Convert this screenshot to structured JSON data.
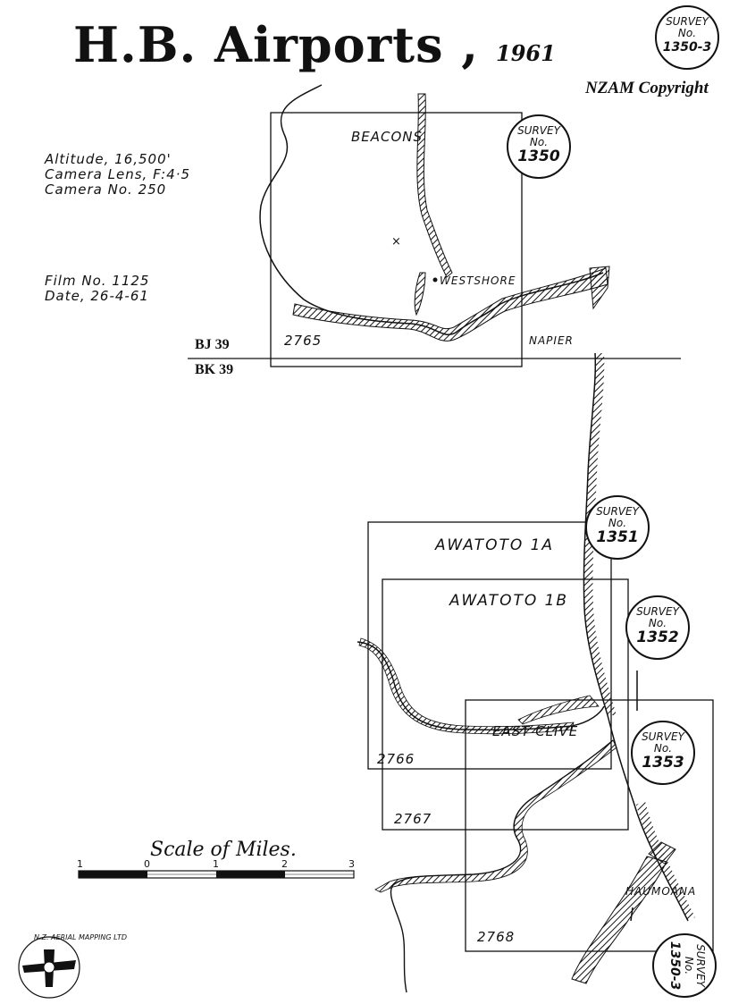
{
  "title": "H.B. Airports ,",
  "year": "1961",
  "copyright": "NZAM Copyright",
  "info": {
    "altitude": "Altitude, 16,500'",
    "lens": "Camera Lens, F:4·5",
    "camera": "Camera No. 250",
    "film": "Film No. 1125",
    "date": "Date, 26-4-61"
  },
  "grid": {
    "upper": "BJ 39",
    "lower": "BK 39"
  },
  "places": {
    "beacons": "BEACONS",
    "westshore": "WESTSHORE",
    "napier": "NAPIER",
    "awatoto_1a": "AWATOTO 1A",
    "awatoto_1b": "AWATOTO 1B",
    "east_clive": "EAST CLIVE",
    "haumoana": "HAUMOANA"
  },
  "frames": {
    "f2765": "2765",
    "f2766": "2766",
    "f2767": "2767",
    "f2768": "2768"
  },
  "surveys": [
    {
      "line1": "SURVEY",
      "line2": "No.",
      "number": "1350-3"
    },
    {
      "line1": "SURVEY",
      "line2": "No.",
      "number": "1350"
    },
    {
      "line1": "SURVEY",
      "line2": "No.",
      "number": "1351"
    },
    {
      "line1": "SURVEY",
      "line2": "No.",
      "number": "1352"
    },
    {
      "line1": "SURVEY",
      "line2": "No.",
      "number": "1353"
    },
    {
      "line1": "SURVEY",
      "line2": "No.",
      "number": "1350-3"
    }
  ],
  "scale": {
    "title": "Scale of Miles.",
    "ticks": [
      "1",
      "0",
      "1",
      "2",
      "3"
    ]
  },
  "logo_text": "N.Z. AERIAL MAPPING LTD",
  "colors": {
    "ink": "#111111",
    "paper": "#ffffff"
  }
}
